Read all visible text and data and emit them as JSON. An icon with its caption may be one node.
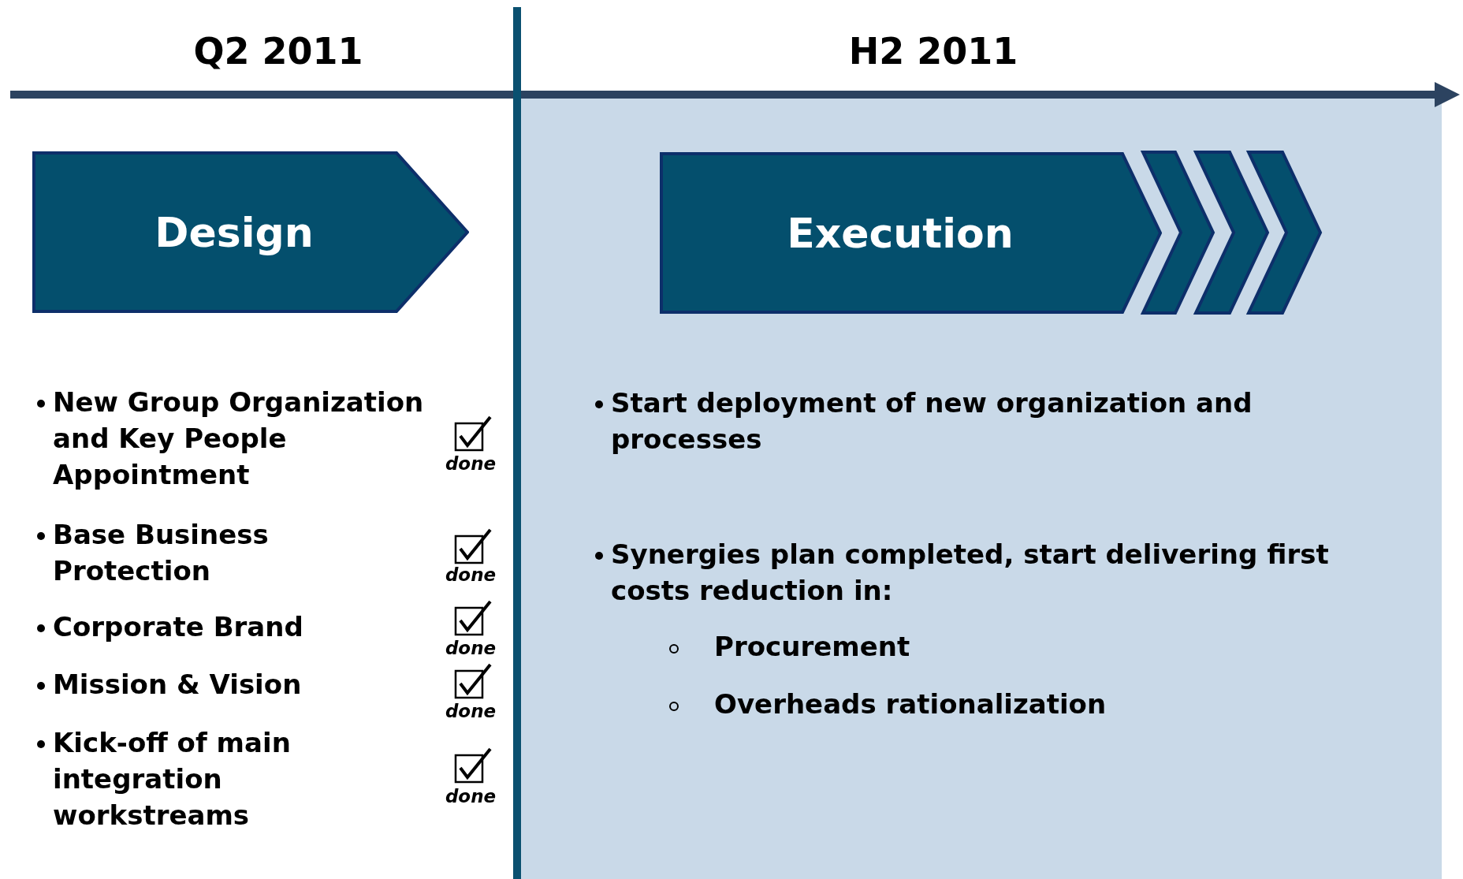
{
  "diagram": {
    "nodes": [
      {
        "text": [
          "Design"
        ]
      },
      {
        "text": [
          "Execution"
        ]
      }
    ],
    "edges": [],
    "labels": [
      "Q2 2011",
      "H2 2011",
      "New Group Organization and Key People Appointment",
      "done",
      "Base Business Protection",
      "done",
      "Corporate Brand",
      "done",
      "Mission & Vision",
      "done",
      "Kick-off of main integration workstreams",
      "done",
      "Start deployment of new organization and processes",
      "Synergies plan completed, start delivering first costs reduction in:",
      "Procurement",
      "Overheads rationalization"
    ]
  }
}
